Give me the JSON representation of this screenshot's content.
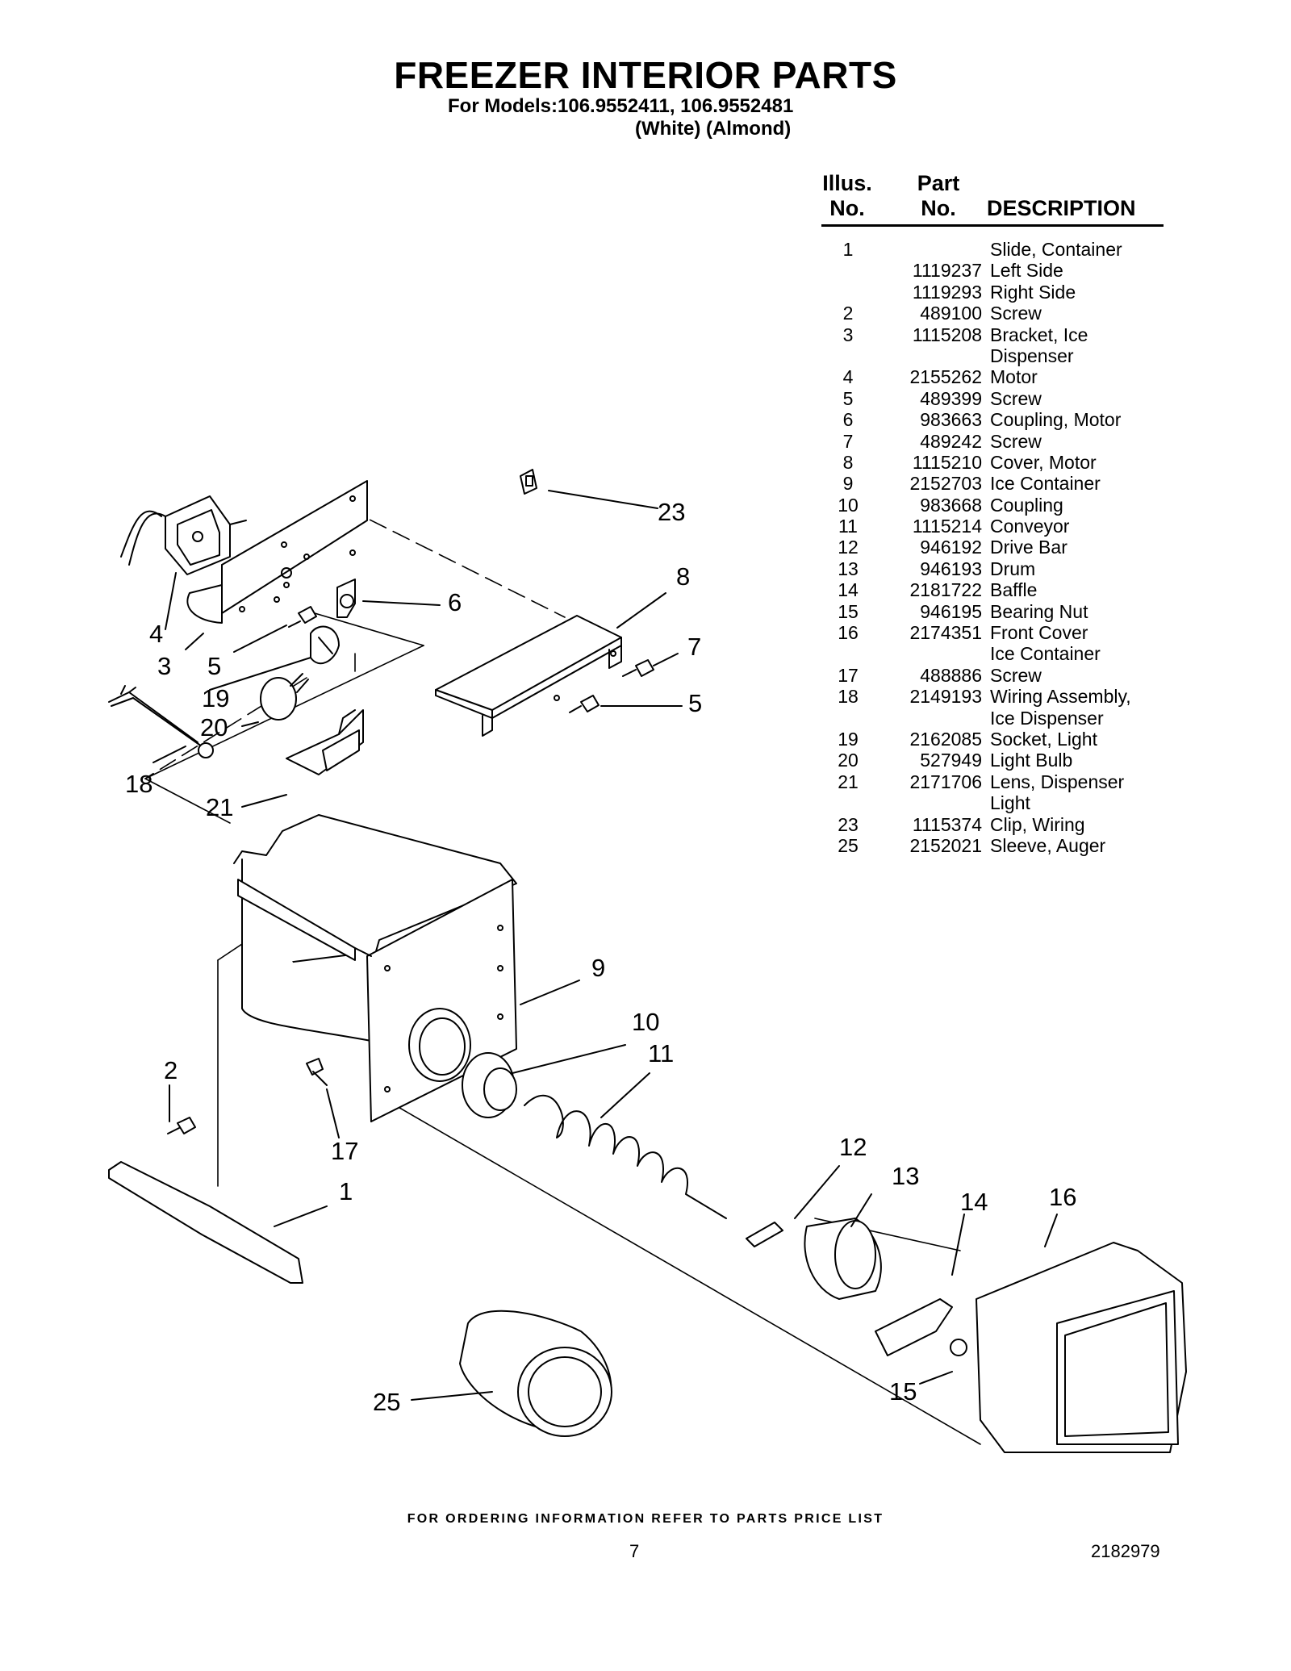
{
  "header": {
    "title": "FREEZER INTERIOR PARTS",
    "models_line1": "For Models:106.9552411, 106.9552481",
    "models_line2": "(White)  (Almond)"
  },
  "table": {
    "col1_line1": "Illus.",
    "col1_line2": "No.",
    "col2_line1": "Part",
    "col2_line2": "No.",
    "col3": "DESCRIPTION",
    "rows": [
      {
        "illus": "1",
        "part": "",
        "desc": "Slide, Container"
      },
      {
        "illus": "",
        "part": "1119237",
        "desc": "Left Side"
      },
      {
        "illus": "",
        "part": "1119293",
        "desc": "Right Side"
      },
      {
        "illus": "2",
        "part": "489100",
        "desc": "Screw"
      },
      {
        "illus": "3",
        "part": "1115208",
        "desc": "Bracket, Ice"
      },
      {
        "illus": "",
        "part": "",
        "desc": "Dispenser"
      },
      {
        "illus": "4",
        "part": "2155262",
        "desc": "Motor"
      },
      {
        "illus": "5",
        "part": "489399",
        "desc": "Screw"
      },
      {
        "illus": "6",
        "part": "983663",
        "desc": "Coupling, Motor"
      },
      {
        "illus": "7",
        "part": "489242",
        "desc": "Screw"
      },
      {
        "illus": "8",
        "part": "1115210",
        "desc": "Cover, Motor"
      },
      {
        "illus": "9",
        "part": "2152703",
        "desc": "Ice Container"
      },
      {
        "illus": "10",
        "part": "983668",
        "desc": "Coupling"
      },
      {
        "illus": "11",
        "part": "1115214",
        "desc": "Conveyor"
      },
      {
        "illus": "12",
        "part": "946192",
        "desc": "Drive Bar"
      },
      {
        "illus": "13",
        "part": "946193",
        "desc": "Drum"
      },
      {
        "illus": "14",
        "part": "2181722",
        "desc": "Baffle"
      },
      {
        "illus": "15",
        "part": "946195",
        "desc": "Bearing Nut"
      },
      {
        "illus": "16",
        "part": "2174351",
        "desc": "Front Cover"
      },
      {
        "illus": "",
        "part": "",
        "desc": "Ice Container"
      },
      {
        "illus": "17",
        "part": "488886",
        "desc": "Screw"
      },
      {
        "illus": "18",
        "part": "2149193",
        "desc": "Wiring Assembly,"
      },
      {
        "illus": "",
        "part": "",
        "desc": "Ice Dispenser"
      },
      {
        "illus": "19",
        "part": "2162085",
        "desc": "Socket, Light"
      },
      {
        "illus": "20",
        "part": "527949",
        "desc": "Light Bulb"
      },
      {
        "illus": "21",
        "part": "2171706",
        "desc": "Lens, Dispenser"
      },
      {
        "illus": "",
        "part": "",
        "desc": "Light"
      },
      {
        "illus": "23",
        "part": "1115374",
        "desc": "Clip, Wiring"
      },
      {
        "illus": "25",
        "part": "2152021",
        "desc": "Sleeve, Auger"
      }
    ]
  },
  "callouts": [
    "1",
    "2",
    "3",
    "4",
    "5",
    "5",
    "6",
    "7",
    "8",
    "9",
    "10",
    "11",
    "12",
    "13",
    "14",
    "15",
    "16",
    "17",
    "18",
    "19",
    "20",
    "21",
    "23",
    "25"
  ],
  "footer": {
    "ordering": "FOR ORDERING INFORMATION REFER TO PARTS PRICE LIST",
    "page_number": "7",
    "doc_number": "2182979"
  }
}
